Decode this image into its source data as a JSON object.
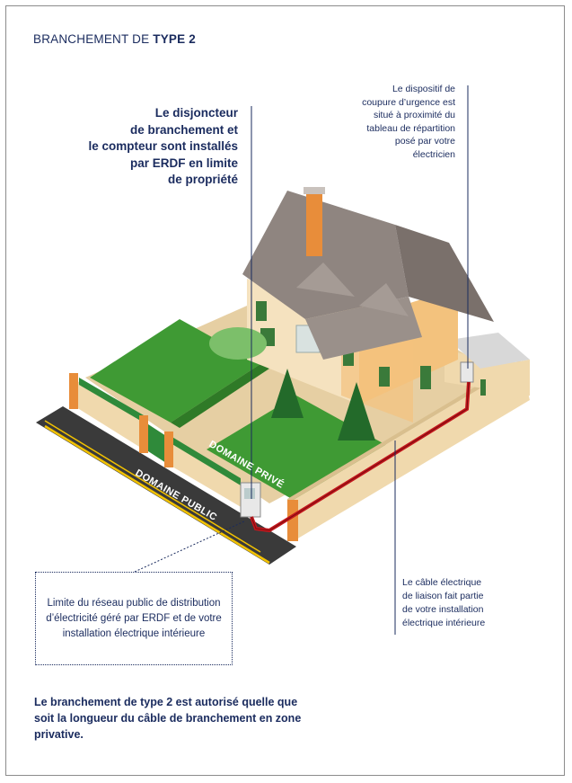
{
  "title": {
    "prefix": "BRANCHEMENT DE",
    "emphasis": "TYPE 2"
  },
  "callouts": {
    "meter_lines": [
      "Le disjoncteur",
      "de branchement et",
      "le compteur sont installés",
      "par ERDF en limite",
      "de propriété"
    ],
    "emergency_lines": [
      "Le dispositif de",
      "coupure d’urgence  est",
      "situé à proximité du",
      "tableau de répartition",
      "posé par votre",
      "électricien"
    ],
    "cable_lines": [
      "Le câble électrique",
      "de liaison fait partie",
      "de votre installation",
      "électrique intérieure"
    ],
    "limit_text": "Limite du réseau public de distribution d’électricité géré par ERDF et de votre installation électrique intérieure"
  },
  "zones": {
    "private": "DOMAINE PRIVÉ",
    "public": "DOMAINE PUBLIC"
  },
  "footer": "Le branchement de type 2 est autorisé quelle que soit la longueur du câble de branchement en zone privative.",
  "colors": {
    "text": "#1a2b5e",
    "cable": "#c3161c",
    "lawn": "#3f9a34",
    "wall": "#f0d9ad",
    "roof": "#8f8580",
    "road": "#3a3a3a",
    "line_marking": "#f2c200"
  }
}
